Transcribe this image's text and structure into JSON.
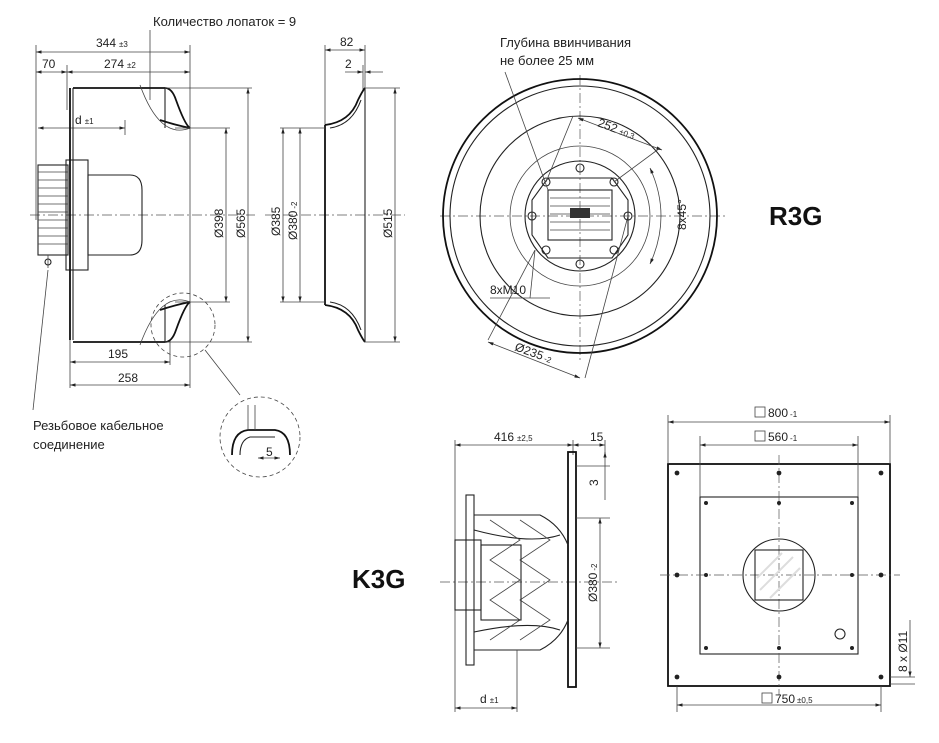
{
  "labels": {
    "blade_count": "Количество лопаток = 9",
    "screw_depth_line1": "Глубина ввинчивания",
    "screw_depth_line2": "не более 25 мм",
    "cable_line1": "Резьбовое кабельное",
    "cable_line2": "соединение",
    "r3g": "R3G",
    "k3g": "K3G"
  },
  "dims": {
    "d344": "344",
    "d344_tol": "±3",
    "d70": "70",
    "d274": "274",
    "d274_tol": "±2",
    "d_d": "d",
    "d_d_tol": "±1",
    "d195": "195",
    "d258": "258",
    "d398": "Ø398",
    "d565": "Ø565",
    "d82": "82",
    "d2": "2",
    "d385": "Ø385",
    "d380": "Ø380",
    "d380_tol": "-2",
    "d515": "Ø515",
    "d5": "5",
    "d252": "252",
    "d252_tol": "±0,3",
    "d8x45": "8x45°",
    "d8xM10": "8xM10",
    "d235": "Ø235",
    "d235_tol": "-2",
    "d416": "416",
    "d416_tol": "±2,5",
    "d15": "15",
    "d3": "3",
    "k380": "Ø380",
    "k380_tol": "-2",
    "kd": "d",
    "kd_tol": "±1",
    "sq800": "800",
    "sq800_tol": "-1",
    "sq560": "560",
    "sq560_tol": "-1",
    "sq750": "750",
    "sq750_tol": "±0,5",
    "d8x11": "8 x Ø11"
  }
}
